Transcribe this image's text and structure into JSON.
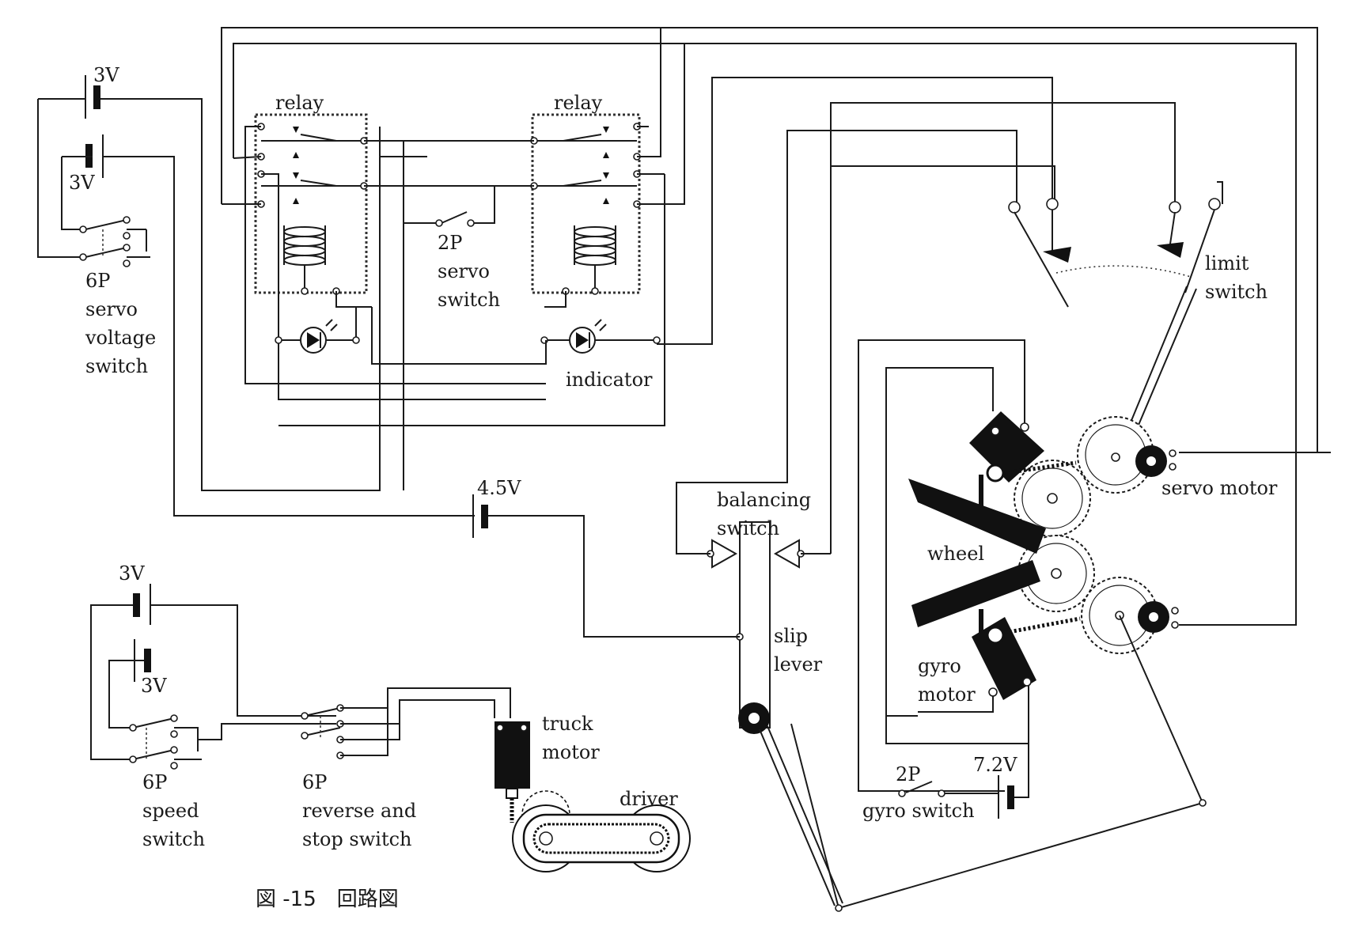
{
  "diagram": {
    "battery_3v_top": "3V",
    "battery_3v_second": "3V",
    "servo_voltage_switch": [
      "6P",
      "servo",
      "voltage",
      "switch"
    ],
    "relay_left": "relay",
    "relay_right": "relay",
    "servo_switch": [
      "2P",
      "servo",
      "switch"
    ],
    "indicator": "indicator",
    "limit_switch": [
      "limit",
      "switch"
    ],
    "battery_45v": "4.5V",
    "balancing_switch": [
      "balancing",
      "switch"
    ],
    "wheel": "wheel",
    "servo_motor": "servo motor",
    "slip_lever": [
      "slip",
      "lever"
    ],
    "gyro_motor": [
      "gyro",
      "motor"
    ],
    "battery_72v": "7.2V",
    "gyro_switch": [
      "2P",
      "gyro switch"
    ],
    "battery_3v_third": "3V",
    "battery_3v_fourth": "3V",
    "speed_switch": [
      "6P",
      "speed",
      "switch"
    ],
    "reverse_stop_switch": [
      "6P",
      "reverse and",
      "stop switch"
    ],
    "truck_motor": [
      "truck",
      "motor"
    ],
    "driver": "driver",
    "caption": "図 -15　回路図"
  }
}
